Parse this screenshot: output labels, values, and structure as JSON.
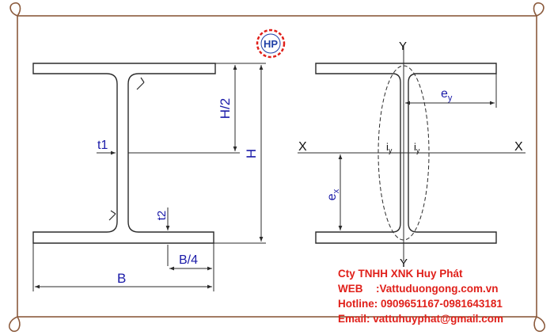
{
  "colors": {
    "frame": "#8b5a3c",
    "drawing": "#2b2b2b",
    "dimension_text": "#1a1aa8",
    "company_text": "#e0201a",
    "logo_ring": "#e0201a",
    "logo_text": "#1f3fa6"
  },
  "logo": {
    "text": "HP"
  },
  "left_section": {
    "labels": {
      "height": "H",
      "half_height": "H/2",
      "web_thickness": "t1",
      "flange_thickness": "t2",
      "width": "B",
      "quarter_width": "B/4"
    }
  },
  "right_section": {
    "axis_x_left": "X",
    "axis_x_right": "X",
    "axis_y_top": "Y",
    "axis_y_bottom": "Y",
    "ey_main": "e",
    "ey_sub": "y",
    "ex_main": "e",
    "ex_sub": "x",
    "iy_left_main": "i",
    "iy_left_sub": "y",
    "iy_right_main": "i",
    "iy_right_sub": "y"
  },
  "company": {
    "name": "Cty TNHH XNK Huy Phát",
    "web_label": "WEB",
    "web_value": ":Vattuduongong.com.vn",
    "hotline": "Hotline: 0909651167-0981643181",
    "email": "Email: vattuhuyphat@gmail.com"
  }
}
